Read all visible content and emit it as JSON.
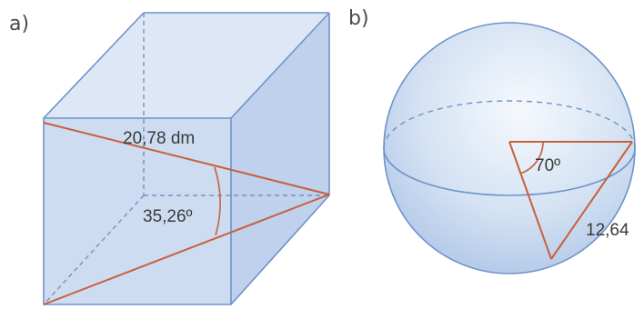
{
  "panels": [
    {
      "label": "a)",
      "shape": "cube",
      "measurements": {
        "diagonal_length": "20,78 dm",
        "angle": "35,26º"
      }
    },
    {
      "label": "b)",
      "shape": "sphere",
      "measurements": {
        "angle": "70º",
        "chord_length": "12,64"
      }
    }
  ],
  "colors": {
    "solid_fill": "#c9daf0",
    "edge": "#6f93c9",
    "measure_line": "#c8603a",
    "background": "#ffffff"
  }
}
